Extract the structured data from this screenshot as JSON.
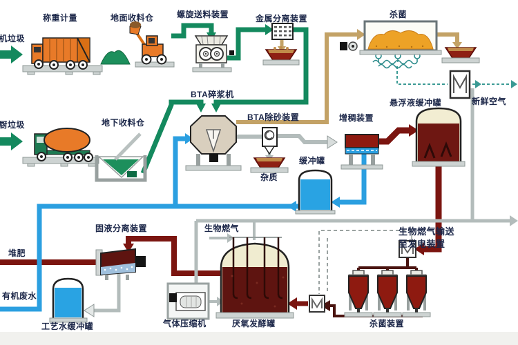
{
  "diagram": {
    "labels": {
      "organic_waste": "有机垃圾",
      "weighing": "称重计量",
      "ground_storage": "地面收料仓",
      "screw_feeder": "螺旋送料装置",
      "metal_separator": "金属分离装置",
      "sanitation": "杀菌",
      "kitchen_waste": "餐厨垃圾",
      "underground_storage": "地下收料仓",
      "bta_pulper": "BTA碎浆机",
      "bta_desander": "BTA除砂装置",
      "impurities": "杂质",
      "buffer_tank": "缓冲罐",
      "thickener": "增稠装置",
      "suspension_tank": "悬浮液缓冲罐",
      "fresh_air": "新鲜空气",
      "solid_liquid_separator": "固液分离装置",
      "compost": "堆肥",
      "organic_wastewater": "有机废水",
      "process_water_tank": "工艺水缓冲罐",
      "biogas": "生物燃气",
      "gas_compressor": "气体压缩机",
      "digester": "厌氧发酵罐",
      "sterilizer": "杀菌装置",
      "biogas_transport_1": "生物燃气输送",
      "biogas_transport_2": "至发电装置"
    },
    "colors": {
      "line_green": "#14895e",
      "line_tan": "#c3a266",
      "line_gray": "#b3bcbb",
      "line_blue": "#2b9fe0",
      "line_maroon": "#7b1510",
      "tank_blue": "#29a3e3",
      "tank_maroon": "#6e1712",
      "cream": "#f0ecd0",
      "vehicle_orange": "#e87a28",
      "label_text": "#1c2749"
    }
  }
}
